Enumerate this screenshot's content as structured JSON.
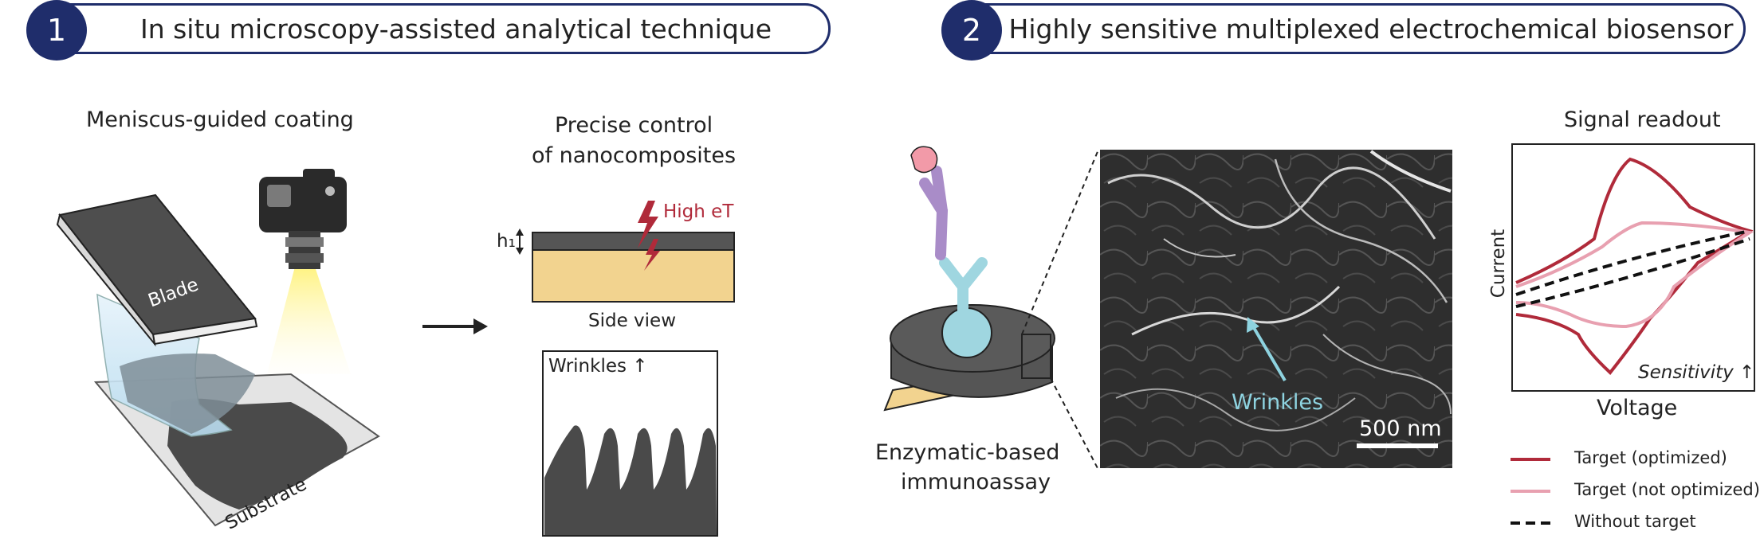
{
  "section1": {
    "number": "1",
    "title": "In situ microscopy-assisted analytical technique"
  },
  "section2": {
    "number": "2",
    "title": "Highly sensitive multiplexed electrochemical biosensor"
  },
  "coating": {
    "heading": "Meniscus-guided coating",
    "blade": "Blade",
    "substrate": "Substrate"
  },
  "control": {
    "heading_line1": "Precise control",
    "heading_line2": "of nanocomposites",
    "thickness": "h₁",
    "high_et": "High eT",
    "side_view": "Side view",
    "wrinkles": "Wrinkles ↑"
  },
  "assay": {
    "line1": "Enzymatic-based",
    "line2": "immunoassay"
  },
  "sem": {
    "wrinkles": "Wrinkles",
    "scalebar": "500 nm"
  },
  "readout": {
    "title": "Signal readout",
    "ylabel": "Current",
    "xlabel": "Voltage",
    "sensitivity": "Sensitivity ↑",
    "legend": [
      {
        "label": "Target (optimized)",
        "color": "#b02a3a",
        "style": "solid"
      },
      {
        "label": "Target (not optimized)",
        "color": "#e8a0b0",
        "style": "solid"
      },
      {
        "label": "Without target",
        "color": "#111111",
        "style": "dashed"
      }
    ]
  },
  "colors": {
    "navy": "#1f2d6b",
    "crimson": "#b02a3a",
    "pink": "#e8a0b0",
    "cyan": "#8ed3e0",
    "sand": "#f2d38f"
  }
}
